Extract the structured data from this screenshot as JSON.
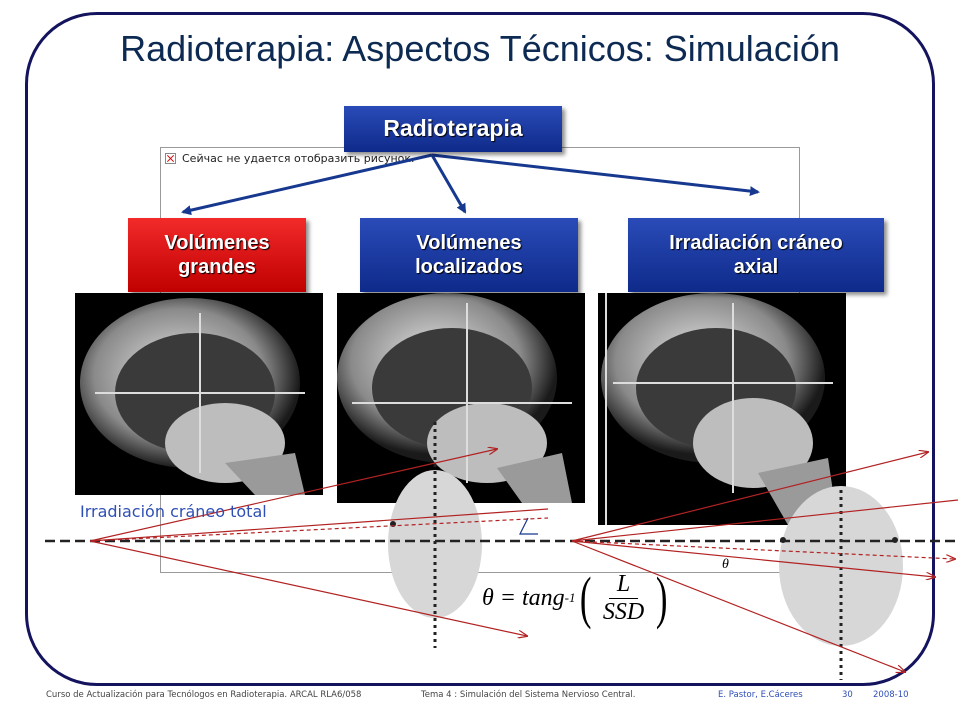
{
  "title": "Radioterapia: Aspectos Técnicos: Simulación",
  "placeholder_message": "Сейчас не удается отобразить рисунок.",
  "root_box": "Radioterapia",
  "boxes": {
    "left": "Volúmenes\ngrandes",
    "middle": "Volúmenes\nlocalizados",
    "right": "Irradiación cráneo\naxial"
  },
  "caption": "Irradiación cráneo total",
  "formula": {
    "theta": "θ",
    "equals": " = tang",
    "exponent": "-1",
    "numerator": "L",
    "denominator": "SSD"
  },
  "theta_label": "θ",
  "footer": {
    "course": "Curso de Actualización para Tecnólogos en Radioterapia. ARCAL RLA6/058",
    "topic": "Tema 4 : Simulación del Sistema Nervioso Central.",
    "authors": "E. Pastor, E.Cáceres",
    "page": "30",
    "year": "2008-10"
  },
  "colors": {
    "frame": "#14135e",
    "box_blue": "#0e2a8a",
    "box_red": "#c00000",
    "beam": "#b22222",
    "caption": "#2f4fb5"
  }
}
